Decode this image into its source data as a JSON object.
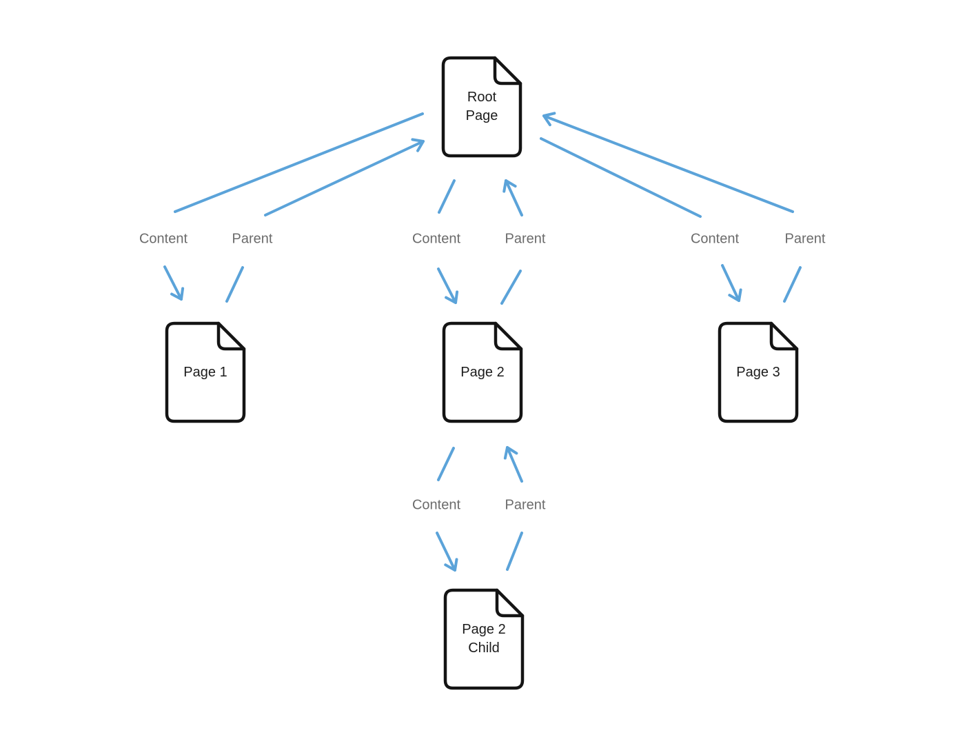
{
  "colors": {
    "arrow": "#5ba3d9",
    "node_stroke": "#141414",
    "node_text": "#1c1c1c",
    "edge_label": "#6b6b6b",
    "background": "#ffffff"
  },
  "edge_labels": {
    "content": "Content",
    "parent": "Parent"
  },
  "nodes": [
    {
      "id": "root-page",
      "label": "Root Page"
    },
    {
      "id": "page-1",
      "label": "Page 1"
    },
    {
      "id": "page-2",
      "label": "Page 2"
    },
    {
      "id": "page-3",
      "label": "Page 3"
    },
    {
      "id": "page-2-child",
      "label": "Page 2 Child"
    }
  ],
  "relationships": [
    {
      "parent": "Root Page",
      "child": "Page 1",
      "arrows": [
        "Content",
        "Parent"
      ]
    },
    {
      "parent": "Root Page",
      "child": "Page 2",
      "arrows": [
        "Content",
        "Parent"
      ]
    },
    {
      "parent": "Root Page",
      "child": "Page 3",
      "arrows": [
        "Content",
        "Parent"
      ]
    },
    {
      "parent": "Page 2",
      "child": "Page 2 Child",
      "arrows": [
        "Content",
        "Parent"
      ]
    }
  ]
}
